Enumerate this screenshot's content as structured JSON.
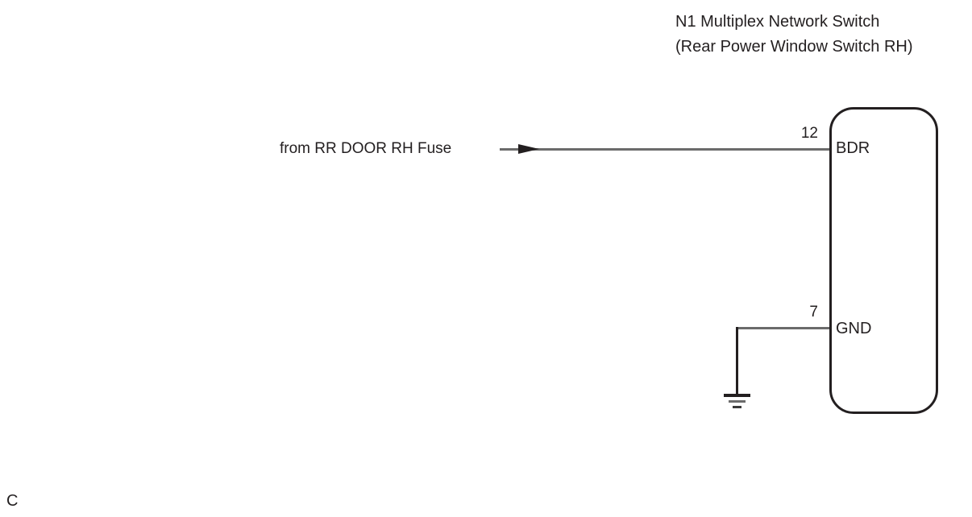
{
  "diagram": {
    "title_line1": "N1 Multiplex Network Switch",
    "title_line2": "(Rear Power Window Switch RH)",
    "source_label": "from RR DOOR RH Fuse",
    "component": {
      "pins": [
        {
          "number": "12",
          "name": "BDR"
        },
        {
          "number": "7",
          "name": "GND"
        }
      ]
    },
    "ground_symbol": "earth-ground-icon",
    "arrow_symbol": "right-arrowhead-icon",
    "page_marker": "C",
    "colors": {
      "wire": "#6b6b6b",
      "outline": "#231f20",
      "text": "#231f20",
      "background": "#ffffff"
    }
  }
}
